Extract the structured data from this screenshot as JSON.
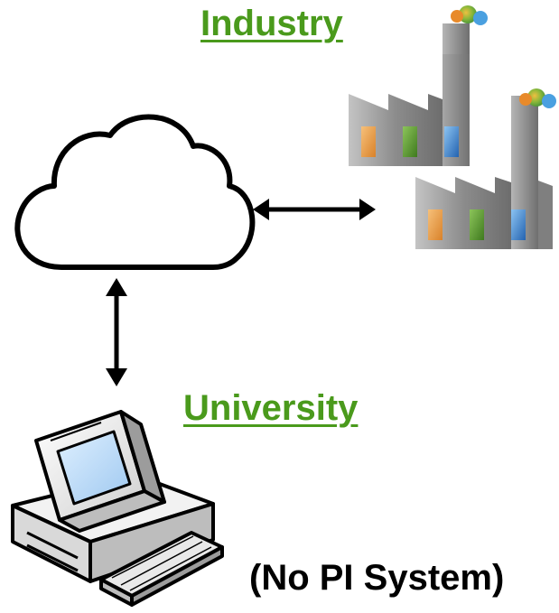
{
  "labels": {
    "industry": "Industry",
    "university": "University",
    "note": "(No PI System)"
  },
  "colors": {
    "label_green": "#4a9a1c",
    "factory_gray": "#8a8a8a",
    "window_orange": "#e2953a",
    "window_green": "#4f8a2a",
    "window_blue": "#2f72c0",
    "smoke_orange": "#e88a2a",
    "smoke_green": "#7ab83a",
    "smoke_blue": "#4aa0e0"
  },
  "icons": {
    "cloud": "cloud-icon",
    "factory": "factory-icon",
    "computer": "desktop-computer-icon",
    "arrow": "double-headed-arrow"
  }
}
